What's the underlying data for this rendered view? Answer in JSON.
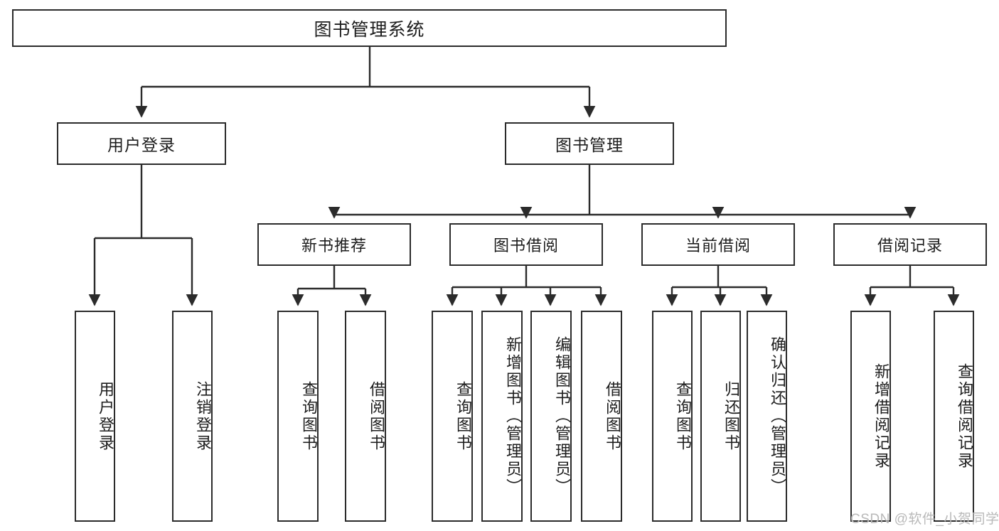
{
  "diagram": {
    "type": "tree",
    "title": "图书管理系统",
    "watermark": "CSDN @软件_小贺同学",
    "colors": {
      "border": "#2b2b2b",
      "background": "#ffffff",
      "text": "#1d1d1d",
      "watermark": "#b9b9b9"
    },
    "nodes": {
      "root": {
        "label": "图书管理系统"
      },
      "level1": [
        {
          "label": "用户登录"
        },
        {
          "label": "图书管理"
        }
      ],
      "level2": [
        {
          "label": "新书推荐"
        },
        {
          "label": "图书借阅"
        },
        {
          "label": "当前借阅"
        },
        {
          "label": "借阅记录"
        }
      ],
      "leaves_user_login": [
        {
          "label": "用户登录"
        },
        {
          "label": "注销登录"
        }
      ],
      "leaves_new_books": [
        {
          "label": "查询图书"
        },
        {
          "label": "借阅图书"
        }
      ],
      "leaves_borrow": [
        {
          "label": "查询图书"
        },
        {
          "label": "新增图书（管理员）"
        },
        {
          "label": "编辑图书（管理员）"
        },
        {
          "label": "借阅图书"
        }
      ],
      "leaves_current": [
        {
          "label": "查询图书"
        },
        {
          "label": "归还图书"
        },
        {
          "label": "确认归还（管理员）"
        }
      ],
      "leaves_records": [
        {
          "label": "新增借阅记录"
        },
        {
          "label": "查询借阅记录"
        }
      ]
    }
  }
}
